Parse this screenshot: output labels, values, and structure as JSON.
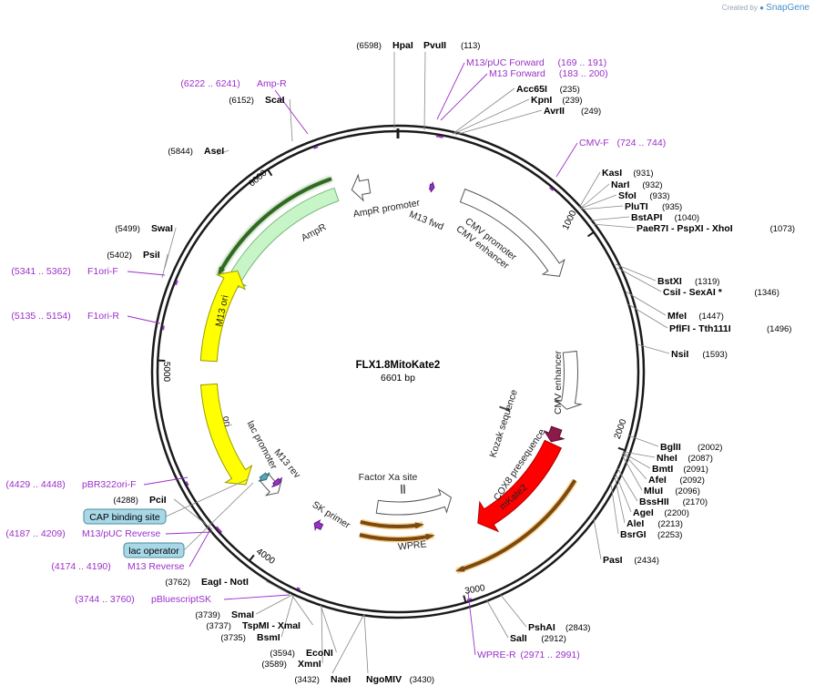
{
  "credit": {
    "prefix": "Created by",
    "brand": "SnapGene"
  },
  "plasmid": {
    "name": "FLX1.8MitoKate2",
    "length": 6601,
    "length_label": "6601 bp"
  },
  "ticks": [
    "1000",
    "2000",
    "3000",
    "4000",
    "5000",
    "6000"
  ],
  "sites": [
    {
      "name": "HpaI",
      "pos": "(6598)",
      "bp": 6598,
      "side": "left"
    },
    {
      "name": "PvuII",
      "pos": "(113)",
      "bp": 113,
      "side": "right"
    },
    {
      "name": "Acc65I",
      "pos": "(235)",
      "bp": 235,
      "side": "right"
    },
    {
      "name": "KpnI",
      "pos": "(239)",
      "bp": 239,
      "side": "right"
    },
    {
      "name": "AvrII",
      "pos": "(249)",
      "bp": 249,
      "side": "right"
    },
    {
      "name": "KasI",
      "pos": "(931)",
      "bp": 931,
      "side": "right"
    },
    {
      "name": "NarI",
      "pos": "(932)",
      "bp": 932,
      "side": "right"
    },
    {
      "name": "SfoI",
      "pos": "(933)",
      "bp": 933,
      "side": "right"
    },
    {
      "name": "PluTI",
      "pos": "(935)",
      "bp": 935,
      "side": "right"
    },
    {
      "name": "BstAPI",
      "pos": "(1040)",
      "bp": 1040,
      "side": "right"
    },
    {
      "name": "PaeR7I - PspXI - XhoI",
      "pos": "(1073)",
      "bp": 1073,
      "side": "right"
    },
    {
      "name": "BstXI",
      "pos": "(1319)",
      "bp": 1319,
      "side": "right"
    },
    {
      "name": "CsiI - SexAI *",
      "pos": "(1346)",
      "bp": 1346,
      "side": "right"
    },
    {
      "name": "MfeI",
      "pos": "(1447)",
      "bp": 1447,
      "side": "right"
    },
    {
      "name": "PflFI - Tth111I",
      "pos": "(1496)",
      "bp": 1496,
      "side": "right"
    },
    {
      "name": "NsiI",
      "pos": "(1593)",
      "bp": 1593,
      "side": "right"
    },
    {
      "name": "BglII",
      "pos": "(2002)",
      "bp": 2002,
      "side": "right"
    },
    {
      "name": "NheI",
      "pos": "(2087)",
      "bp": 2087,
      "side": "right"
    },
    {
      "name": "BmtI",
      "pos": "(2091)",
      "bp": 2091,
      "side": "right"
    },
    {
      "name": "AfeI",
      "pos": "(2092)",
      "bp": 2092,
      "side": "right"
    },
    {
      "name": "MluI",
      "pos": "(2096)",
      "bp": 2096,
      "side": "right"
    },
    {
      "name": "BssHII",
      "pos": "(2170)",
      "bp": 2170,
      "side": "right"
    },
    {
      "name": "AgeI",
      "pos": "(2200)",
      "bp": 2200,
      "side": "right"
    },
    {
      "name": "AleI",
      "pos": "(2213)",
      "bp": 2213,
      "side": "right"
    },
    {
      "name": "BsrGI",
      "pos": "(2253)",
      "bp": 2253,
      "side": "right"
    },
    {
      "name": "PasI",
      "pos": "(2434)",
      "bp": 2434,
      "side": "right"
    },
    {
      "name": "PshAI",
      "pos": "(2843)",
      "bp": 2843,
      "side": "right"
    },
    {
      "name": "SalI",
      "pos": "(2912)",
      "bp": 2912,
      "side": "right"
    },
    {
      "name": "NgoMIV",
      "pos": "(3430)",
      "bp": 3430,
      "side": "right"
    },
    {
      "name": "NaeI",
      "pos": "(3432)",
      "bp": 3432,
      "side": "left"
    },
    {
      "name": "XmnI",
      "pos": "(3589)",
      "bp": 3589,
      "side": "left"
    },
    {
      "name": "EcoNI",
      "pos": "(3594)",
      "bp": 3594,
      "side": "left"
    },
    {
      "name": "BsmI",
      "pos": "(3735)",
      "bp": 3735,
      "side": "left"
    },
    {
      "name": "TspMI - XmaI",
      "pos": "(3737)",
      "bp": 3737,
      "side": "left"
    },
    {
      "name": "SmaI",
      "pos": "(3739)",
      "bp": 3739,
      "side": "left"
    },
    {
      "name": "EagI - NotI",
      "pos": "(3762)",
      "bp": 3762,
      "side": "left"
    },
    {
      "name": "PciI",
      "pos": "(4288)",
      "bp": 4288,
      "side": "left"
    },
    {
      "name": "PsiI",
      "pos": "(5402)",
      "bp": 5402,
      "side": "left"
    },
    {
      "name": "SwaI",
      "pos": "(5499)",
      "bp": 5499,
      "side": "left"
    },
    {
      "name": "AseI",
      "pos": "(5844)",
      "bp": 5844,
      "side": "left"
    },
    {
      "name": "ScaI",
      "pos": "(6152)",
      "bp": 6152,
      "side": "left"
    }
  ],
  "primers": [
    {
      "name": "M13/pUC Forward",
      "range": "(169 .. 191)",
      "start": 169,
      "end": 191,
      "side": "right"
    },
    {
      "name": "M13 Forward",
      "range": "(183 .. 200)",
      "start": 183,
      "end": 200,
      "side": "right"
    },
    {
      "name": "CMV-F",
      "range": "(724 .. 744)",
      "start": 724,
      "end": 744,
      "side": "right"
    },
    {
      "name": "WPRE-R",
      "range": "(2971 .. 2991)",
      "start": 2971,
      "end": 2991,
      "side": "right"
    },
    {
      "name": "pBluescriptSK",
      "range": "(3744 .. 3760)",
      "start": 3744,
      "end": 3760,
      "side": "left"
    },
    {
      "name": "M13 Reverse",
      "range": "(4174 .. 4190)",
      "start": 4174,
      "end": 4190,
      "side": "left"
    },
    {
      "name": "M13/pUC Reverse",
      "range": "(4187 .. 4209)",
      "start": 4187,
      "end": 4209,
      "side": "left"
    },
    {
      "name": "pBR322ori-F",
      "range": "(4429 .. 4448)",
      "start": 4429,
      "end": 4448,
      "side": "left"
    },
    {
      "name": "F1ori-R",
      "range": "(5135 .. 5154)",
      "start": 5135,
      "end": 5154,
      "side": "left"
    },
    {
      "name": "F1ori-F",
      "range": "(5341 .. 5362)",
      "start": 5341,
      "end": 5362,
      "side": "left"
    },
    {
      "name": "Amp-R",
      "range": "(6222 .. 6241)",
      "start": 6222,
      "end": 6241,
      "side": "left"
    }
  ],
  "boxed_labels": [
    {
      "name": "CAP binding site"
    },
    {
      "name": "lac operator"
    }
  ],
  "features": [
    {
      "name": "AmpR",
      "color": "#c8f5c8"
    },
    {
      "name": "AmpR promoter",
      "color": "#ffffff"
    },
    {
      "name": "M13 fwd",
      "color": "#9b30c8"
    },
    {
      "name": "CMV promoter",
      "color": "#ffffff"
    },
    {
      "name": "CMV enhancer",
      "color": "#ffffff"
    },
    {
      "name": "CMV enhancer",
      "color": "#ffffff"
    },
    {
      "name": "Kozak sequence",
      "color": "#444444"
    },
    {
      "name": "COX8 presequence",
      "color": "#8b1a4a"
    },
    {
      "name": "mKate2",
      "color": "#ff0000"
    },
    {
      "name": "WPRE",
      "color": "#ffffff"
    },
    {
      "name": "Factor Xa site",
      "color": "#444444"
    },
    {
      "name": "SK primer",
      "color": "#9b30c8"
    },
    {
      "name": "M13 rev",
      "color": "#9b30c8"
    },
    {
      "name": "lac promoter",
      "color": "#ffffff"
    },
    {
      "name": "ori",
      "color": "#ffff00"
    },
    {
      "name": "M13 ori",
      "color": "#ffff00"
    }
  ],
  "colors": {
    "primer": "#9b30c8",
    "backbone": "#1a1a1a",
    "ampr_outline": "#3a8a2a",
    "orange_halo": "#f5b040",
    "mkate2": "#ff0000"
  }
}
